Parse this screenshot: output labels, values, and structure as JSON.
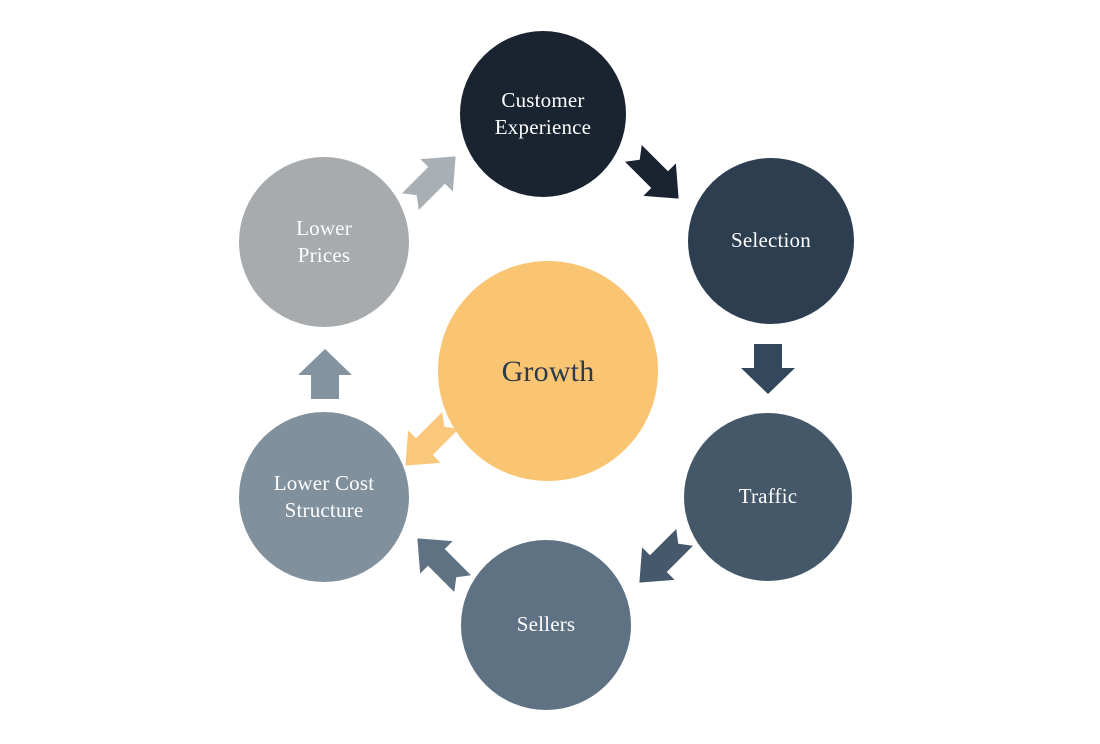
{
  "diagram": {
    "type": "cycle",
    "background_color": "#ffffff",
    "center_node": {
      "id": "growth",
      "label": "Growth",
      "color": "#f9c573",
      "text_color": "#2c3a49"
    },
    "nodes": [
      {
        "id": "customer-experience",
        "label": "Customer Experience",
        "color": "#1a2330",
        "text_color": "#fdfdfd"
      },
      {
        "id": "selection",
        "label": "Selection",
        "color": "#2c3e50",
        "text_color": "#fdfdfd"
      },
      {
        "id": "traffic",
        "label": "Traffic",
        "color": "#45586a",
        "text_color": "#fdfdfd"
      },
      {
        "id": "sellers",
        "label": "Sellers",
        "color": "#5e7283",
        "text_color": "#fdfdfd"
      },
      {
        "id": "lower-cost-structure",
        "label": "Lower Cost Structure",
        "color": "#80909c",
        "text_color": "#fdfdfd"
      },
      {
        "id": "lower-prices",
        "label": "Lower Prices",
        "color": "#a7abae",
        "text_color": "#fdfdfd"
      }
    ],
    "arrows": [
      {
        "from": "lower-prices",
        "to": "customer-experience",
        "direction": "up-right",
        "color": "#a9b0b5"
      },
      {
        "from": "customer-experience",
        "to": "selection",
        "direction": "down-right",
        "color": "#1a2330"
      },
      {
        "from": "selection",
        "to": "traffic",
        "direction": "down",
        "color": "#33485c"
      },
      {
        "from": "traffic",
        "to": "sellers",
        "direction": "down-left",
        "color": "#46586b"
      },
      {
        "from": "sellers",
        "to": "lower-cost-structure",
        "direction": "up-left",
        "color": "#5e7283"
      },
      {
        "from": "lower-cost-structure",
        "to": "lower-prices",
        "direction": "up",
        "color": "#8393a0"
      },
      {
        "from": "growth",
        "to": "lower-cost-structure",
        "direction": "down-left",
        "color": "#fac87d"
      }
    ]
  }
}
